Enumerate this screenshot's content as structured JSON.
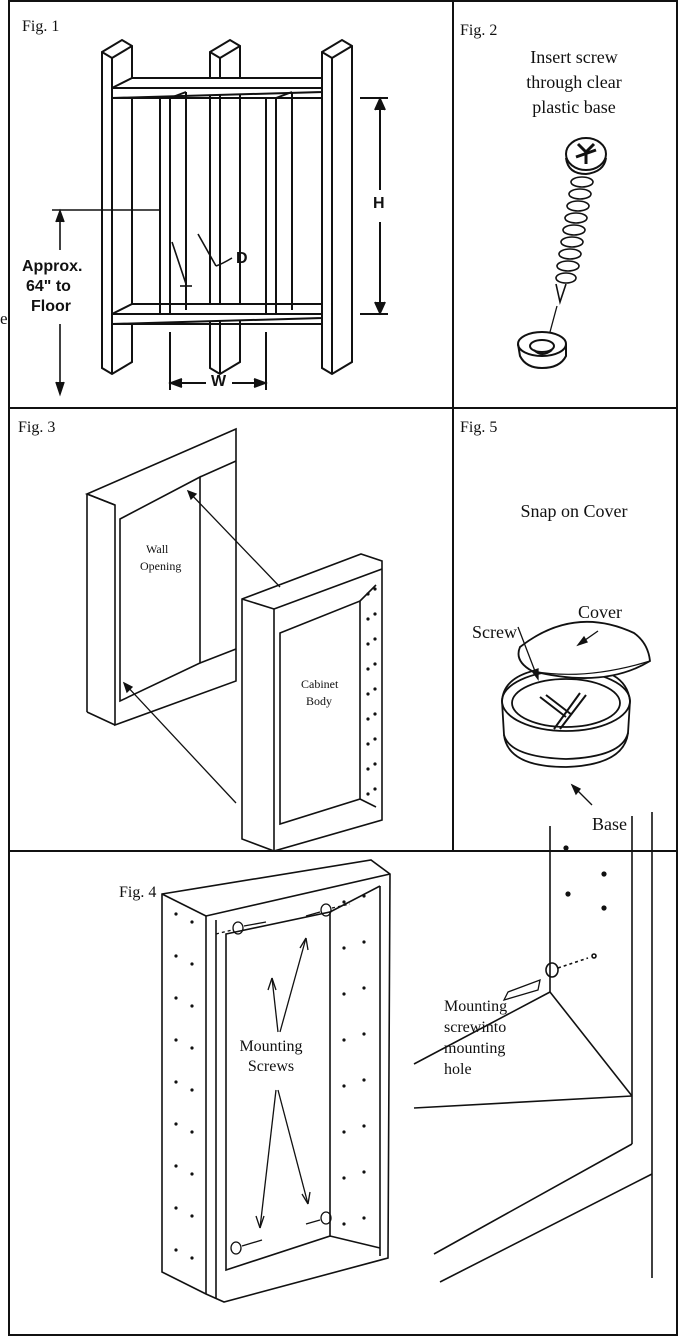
{
  "fig1": {
    "label": "Fig. 1",
    "dim_h": "H",
    "dim_w": "W",
    "dim_d": "D",
    "height_note_1": "Approx.",
    "height_note_2": "64\" to",
    "height_note_3": "Floor",
    "edge_fragment": "e"
  },
  "fig2": {
    "label": "Fig. 2",
    "caption_1": "Insert screw",
    "caption_2": "through clear",
    "caption_3": "plastic base"
  },
  "fig3": {
    "label": "Fig. 3",
    "wall_opening_1": "Wall",
    "wall_opening_2": "Opening",
    "cabinet_body_1": "Cabinet",
    "cabinet_body_2": "Body"
  },
  "fig5": {
    "label": "Fig. 5",
    "caption": "Snap on Cover",
    "cover": "Cover",
    "screw": "Screw",
    "base": "Base"
  },
  "fig4": {
    "label": "Fig. 4",
    "mounting_screws_1": "Mounting",
    "mounting_screws_2": "Screws",
    "detail_1": "Mounting",
    "detail_2": "screwinto",
    "detail_3": "mounting",
    "detail_4": "hole"
  }
}
